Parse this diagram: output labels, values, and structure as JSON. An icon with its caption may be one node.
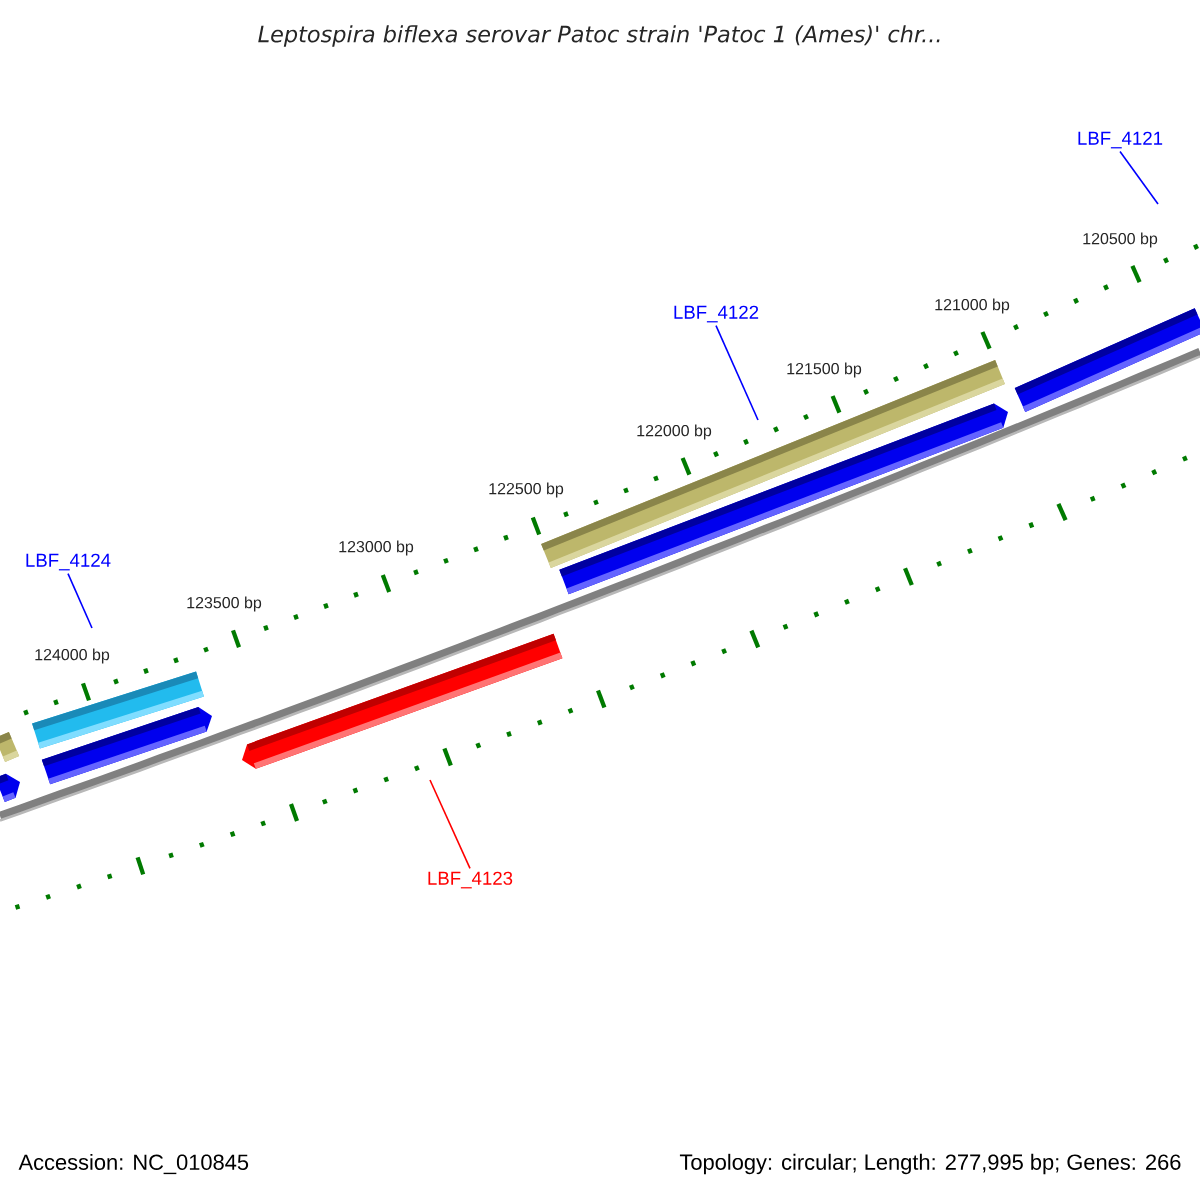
{
  "diagram": {
    "title": "Leptospira biflexa serovar Patoc strain 'Patoc 1 (Ames)' chr...",
    "nodes": [
      {
        "text": [
          "LBF_4121"
        ]
      },
      {
        "text": [
          "LBF_4122"
        ]
      },
      {
        "text": [
          "LBF_4124"
        ]
      },
      {
        "text": [
          "LBF_4123"
        ]
      },
      {
        "text": [],
        "shape": "bar"
      },
      {
        "text": [],
        "shape": "bar"
      },
      {
        "text": [],
        "shape": "bar"
      },
      {
        "text": [],
        "shape": "bar"
      },
      {
        "text": [],
        "shape": "bar"
      },
      {
        "text": [],
        "shape": "bar"
      },
      {
        "text": [],
        "shape": "bar"
      },
      {
        "text": [],
        "shape": "bar"
      }
    ],
    "edges": [
      {
        "from": 0,
        "to": null,
        "arrow": "none"
      },
      {
        "from": 1,
        "to": null,
        "arrow": "none"
      },
      {
        "from": 2,
        "to": null,
        "arrow": "none"
      },
      {
        "from": 3,
        "to": null,
        "arrow": "none",
        "color": "#ff0000"
      }
    ],
    "labels": [
      "120500 bp",
      "121000 bp",
      "121500 bp",
      "122000 bp",
      "122500 bp",
      "123000 bp",
      "123500 bp",
      "124000 bp",
      "Accession: NC_010845",
      "Topology: circular; Length: 277,995 bp; Genes: 266"
    ]
  }
}
